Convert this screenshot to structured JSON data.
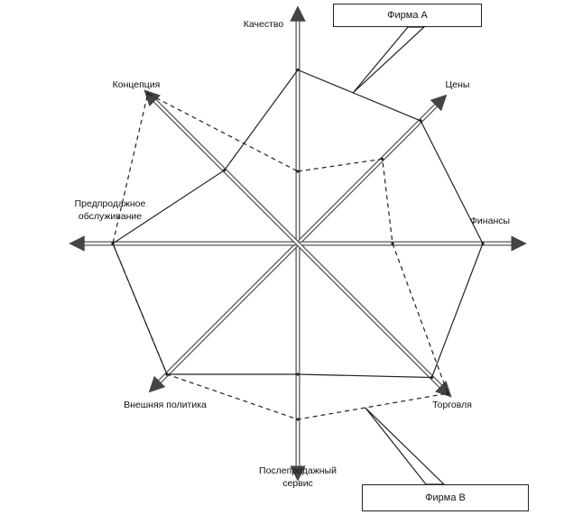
{
  "chart_data": {
    "type": "radar",
    "axes": [
      "Качество",
      "Цены",
      "Финансы",
      "Торговля",
      "Послепродажный сервис",
      "Внешняя политика",
      "Предпродажное обслуживание",
      "Концепция"
    ],
    "axis_label_lines": [
      [
        "Качество"
      ],
      [
        "Цены"
      ],
      [
        "Финансы"
      ],
      [
        "Торговля"
      ],
      [
        "Послепродажный",
        "сервис"
      ],
      [
        "Внешняя политика"
      ],
      [
        "Предпродажное",
        "обслуживание"
      ],
      [
        "Концепция"
      ]
    ],
    "series": [
      {
        "name": "Фирма А",
        "values": [
          0.77,
          0.77,
          0.82,
          0.84,
          0.58,
          0.82,
          0.82,
          0.46
        ],
        "line_style": "solid"
      },
      {
        "name": "Фирма В",
        "values": [
          0.32,
          0.53,
          0.42,
          0.94,
          0.78,
          0.82,
          0.82,
          0.94
        ],
        "line_style": "dashed"
      }
    ],
    "legend": [
      "Фирма А",
      "Фирма В"
    ],
    "grid": false,
    "colors": {
      "line": "#222222",
      "axis": "#555555"
    }
  }
}
